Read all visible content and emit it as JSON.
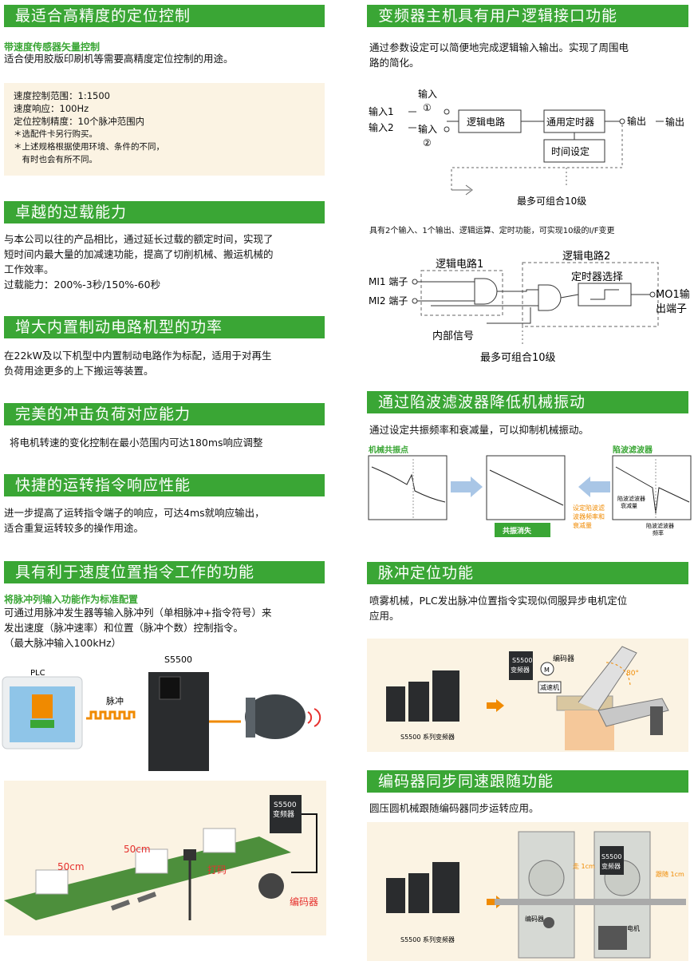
{
  "left": {
    "s1": {
      "title": "最适合高精度的定位控制",
      "subtitle": "带速度传感器矢量控制",
      "desc": "适合使用胶版印刷机等需要高精度定位控制的用途。",
      "specs": [
        "速度控制范围：1:1500",
        "速度响应：100Hz",
        "定位控制精度：10个脉冲范围内",
        "＊选配件卡另行购买。",
        "＊上述规格根据使用环境、条件的不同，",
        "　有时也会有所不同。"
      ]
    },
    "s2": {
      "title": "卓越的过载能力",
      "lines": [
        "与本公司以往的产品相比，通过延长过载的额定时间，实现了",
        "短时间内最大量的加减速功能，提高了切削机械、搬运机械的",
        "工作效率。",
        "过载能力：200%-3秒/150%-60秒"
      ]
    },
    "s3": {
      "title": "增大内置制动电路机型的功率",
      "lines": [
        "在22kW及以下机型中内置制动电路作为标配，适用于对再生",
        "负荷用途更多的上下搬运等装置。"
      ]
    },
    "s4": {
      "title": "完美的冲击负荷对应能力",
      "lines": [
        "将电机转速的变化控制在最小范围内可达180ms响应调整"
      ]
    },
    "s5": {
      "title": "快捷的运转指令响应性能",
      "lines": [
        "进一步提高了运转指令端子的响应，可达4ms就响应输出，",
        "适合重复运转较多的操作用途。"
      ]
    },
    "s6": {
      "title": "具有利于速度位置指令工作的功能",
      "subtitle": "将脉冲列输入功能作为标准配置",
      "lines": [
        "可通过用脉冲发生器等输入脉冲列（单相脉冲+指令符号）来",
        "发出速度（脉冲速率）和位置（脉冲个数）控制指令。",
        "（最大脉冲输入100kHz）"
      ],
      "plc_label": "PLC",
      "model_label": "S5500",
      "pulse_label": "脉冲",
      "conv_dist1": "50cm",
      "conv_dist2": "50cm",
      "conv_print": "打码",
      "conv_encoder": "编码器",
      "conv_inverter": [
        "S5500",
        "变频器"
      ]
    }
  },
  "right": {
    "s7": {
      "title": "变频器主机具有用户逻辑接口功能",
      "lines": [
        "通过参数设定可以简便地完成逻辑输入输出。实现了周围电",
        "路的简化。"
      ],
      "d1": {
        "in1": "输入1",
        "in2": "输入2",
        "in_circ1": "输入\n①",
        "logic": "逻辑电路",
        "timer": "通用定时器",
        "time_set": "时间设定",
        "out": "输出",
        "out2": "输出",
        "combo": "最多可组合10级",
        "in_a": "输入",
        "in_a_n": "①",
        "in_b": "输入",
        "in_b_n": "②"
      },
      "caption": "具有2个输入、1个输出、逻辑运算、定时功能，可实现10级的I/F变更",
      "d2": {
        "lc1": "逻辑电路1",
        "lc2": "逻辑电路2",
        "mi1": "MI1 端子",
        "mi2": "MI2 端子",
        "timer_sel": "定时器选择",
        "mo1a": "MO1输",
        "mo1b": "出端子",
        "internal": "内部信号",
        "combo": "最多可组合10级"
      }
    },
    "s8": {
      "title": "通过陷波滤波器降低机械振动",
      "lines": [
        "通过设定共振频率和衰减量，可以抑制机械振动。"
      ],
      "resonance": "机械共振点",
      "notch": "陷波滤波器",
      "setting": [
        "设定陷波滤",
        "波器频率和",
        "衰减量"
      ],
      "cancel": "共振消失",
      "notch_att": [
        "陷波滤波器",
        "衰减量"
      ],
      "notch_freq": [
        "陷波滤波器",
        "频率"
      ]
    },
    "s9": {
      "title": "脉冲定位功能",
      "lines": [
        "喷雾机械，PLC发出脉冲位置指令实现似伺服异步电机定位",
        "应用。"
      ],
      "encoder": "编码器",
      "inverter": [
        "S5500",
        "变频器"
      ],
      "reducer": "减速机",
      "angle": "80°",
      "series": "S5500 系列变频器",
      "motor": "M"
    },
    "s10": {
      "title": "编码器同步同速跟随功能",
      "lines": [
        "圆压圆机械跟随编码器同步运转应用。"
      ],
      "series": "S5500 系列变频器",
      "inverter": [
        "S5500",
        "变频器"
      ],
      "move1": "走 1cm",
      "follow": "跟随 1cm",
      "encoder": "编码器",
      "motor": "电机"
    }
  },
  "colors": {
    "green": "#3aa635",
    "orange": "#f08a00",
    "beige": "#fbf3e3",
    "red": "#e6312e"
  }
}
